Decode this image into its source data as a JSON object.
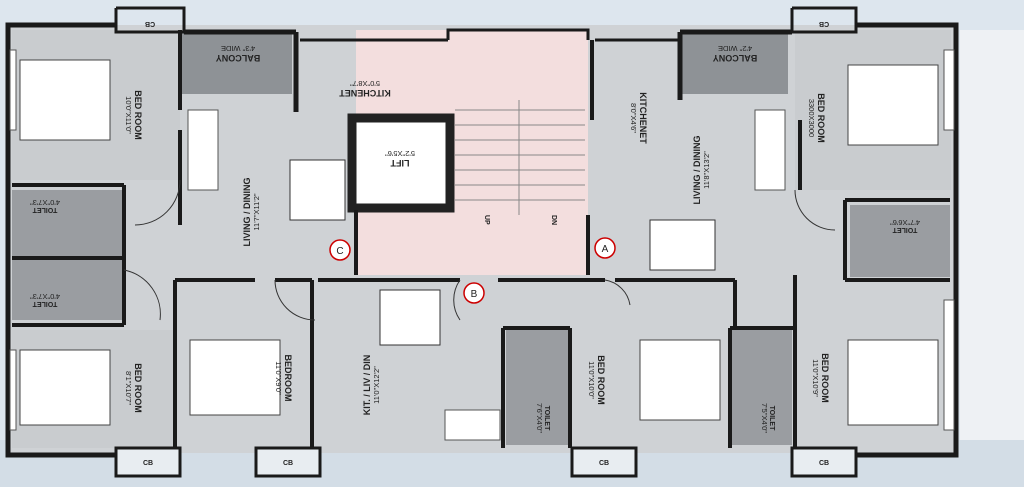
{
  "rooms": {
    "bed_tl": {
      "name": "BED ROOM",
      "dim": "10'0\"X11'0\""
    },
    "balcony_l": {
      "name": "BALCONY",
      "dim": "4'3\" WIDE"
    },
    "kitchen_l": {
      "name": "KITCHENET",
      "dim": "5'0\"X8'7\""
    },
    "lift": {
      "name": "LIFT",
      "dim": "5'2\"X5'6\""
    },
    "living_l": {
      "name": "LIVING / DINING",
      "dim": "11'7\"X11'2\""
    },
    "toilet_l1": {
      "name": "TOILET",
      "dim": "4'0\"X7'3\""
    },
    "toilet_l2": {
      "name": "TOILET",
      "dim": "4'0\"X7'3\""
    },
    "bed_bl": {
      "name": "BED ROOM",
      "dim": "8'1\"X10'7\""
    },
    "bedroom_b": {
      "name": "BEDROOM",
      "dim": "11'0\"X9'0\""
    },
    "kit_liv": {
      "name": "KIT. / LIV / DIN",
      "dim": "11'0\"X12'2\""
    },
    "toilet_bc": {
      "name": "TOILET",
      "dim": "7'6\"X4'0\""
    },
    "bed_bc": {
      "name": "BED ROOM",
      "dim": "11'0\"X10'0\""
    },
    "toilet_br": {
      "name": "TOILET",
      "dim": "7'5\"X4'0\""
    },
    "bed_br": {
      "name": "BED ROOM",
      "dim": "11'0\"X10'9\""
    },
    "kitchen_r": {
      "name": "KITCHENET",
      "dim": "8'0\"X4'6\""
    },
    "balcony_r": {
      "name": "BALCONY",
      "dim": "4'2\" WIDE"
    },
    "bed_tr": {
      "name": "BED ROOM",
      "dim": "3300X3000"
    },
    "living_r": {
      "name": "LIVING / DINING",
      "dim": "11'8\"X13'2\""
    },
    "toilet_r": {
      "name": "TOILET",
      "dim": "4'7\"X6'6\""
    }
  },
  "stair": {
    "up": "UP",
    "dn": "DN"
  },
  "units": {
    "a": "A",
    "b": "B",
    "c": "C"
  },
  "cupboard": "CB"
}
